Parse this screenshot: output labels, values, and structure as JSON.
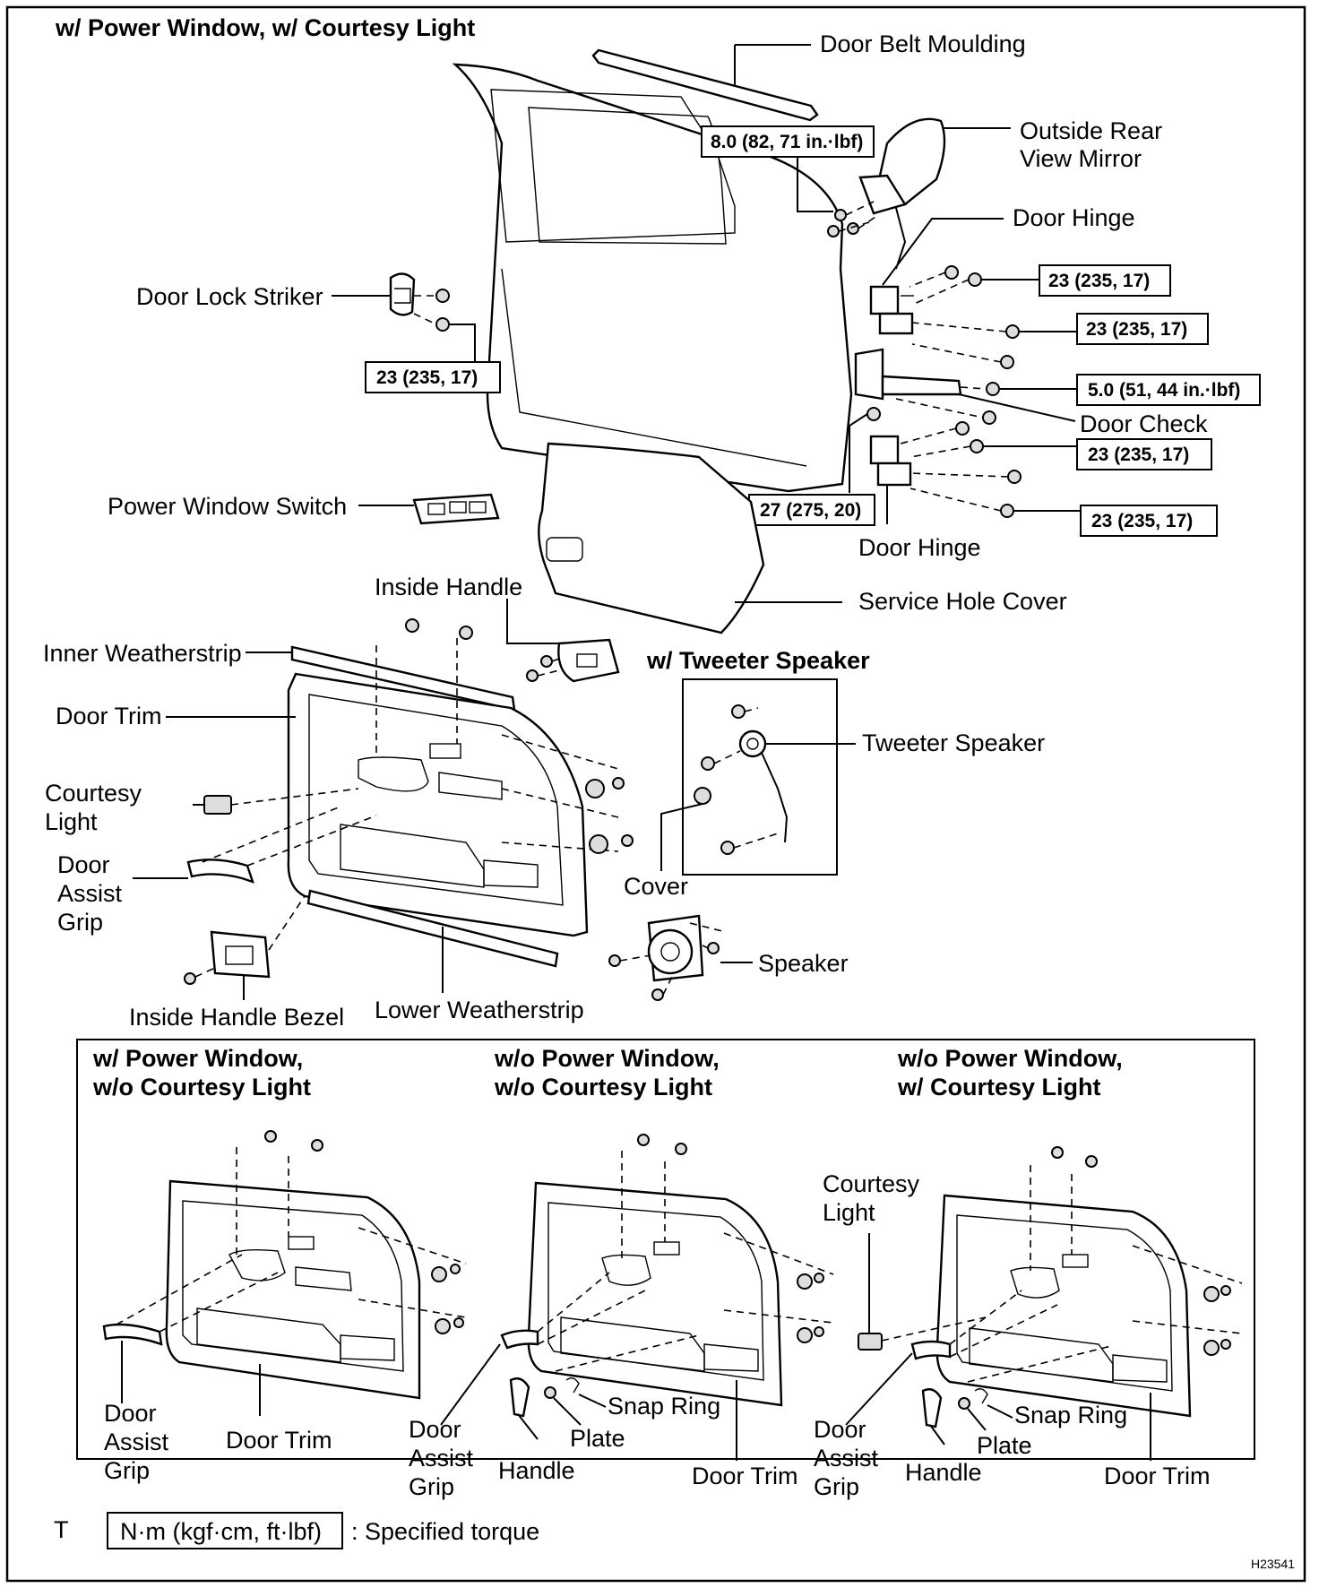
{
  "main_title": "w/ Power Window, w/ Courtesy Light",
  "labels": {
    "door_belt_moulding": "Door Belt Moulding",
    "outside_rear_view_mirror_1": "Outside Rear",
    "outside_rear_view_mirror_2": "View Mirror",
    "door_hinge_upper": "Door Hinge",
    "door_lock_striker": "Door Lock Striker",
    "door_check": "Door Check",
    "power_window_switch": "Power Window Switch",
    "door_hinge_lower": "Door Hinge",
    "inside_handle": "Inside Handle",
    "service_hole_cover": "Service Hole Cover",
    "inner_weatherstrip": "Inner Weatherstrip",
    "tweeter_section_title": "w/ Tweeter Speaker",
    "door_trim": "Door Trim",
    "tweeter_speaker": "Tweeter Speaker",
    "courtesy_light_1": "Courtesy",
    "courtesy_light_2": "Light",
    "door_assist_grip_1": "Door",
    "door_assist_grip_2": "Assist",
    "door_assist_grip_3": "Grip",
    "cover": "Cover",
    "speaker": "Speaker",
    "inside_handle_bezel": "Inside Handle Bezel",
    "lower_weatherstrip": "Lower Weatherstrip"
  },
  "torques": {
    "mirror": "8.0 (82, 71 in.·lbf)",
    "hinge_upper_1": "23 (235, 17)",
    "hinge_upper_2": "23 (235, 17)",
    "striker": "23 (235, 17)",
    "door_check": "5.0 (51, 44 in.·lbf)",
    "hinge_lower_1": "23 (235, 17)",
    "hinge_lower_body": "27 (275, 20)",
    "hinge_lower_2": "23 (235, 17)"
  },
  "variants": [
    {
      "title_1": "w/ Power Window,",
      "title_2": "w/o Courtesy Light",
      "door_assist_grip": [
        "Door",
        "Assist",
        "Grip"
      ],
      "door_trim": "Door Trim"
    },
    {
      "title_1": "w/o Power Window,",
      "title_2": "w/o Courtesy Light",
      "door_assist_grip": [
        "Door",
        "Assist",
        "Grip"
      ],
      "handle": "Handle",
      "plate": "Plate",
      "snap_ring": "Snap Ring",
      "door_trim": "Door Trim"
    },
    {
      "title_1": "w/o Power Window,",
      "title_2": "w/ Courtesy Light",
      "courtesy_light": [
        "Courtesy",
        "Light"
      ],
      "door_assist_grip": [
        "Door",
        "Assist",
        "Grip"
      ],
      "handle": "Handle",
      "plate": "Plate",
      "snap_ring": "Snap Ring",
      "door_trim": "Door Trim"
    }
  ],
  "legend": {
    "prefix_mark": "T",
    "unit_box": "N·m (kgf·cm, ft·lbf)",
    "description": ": Specified torque"
  },
  "figure_code": "H23541"
}
